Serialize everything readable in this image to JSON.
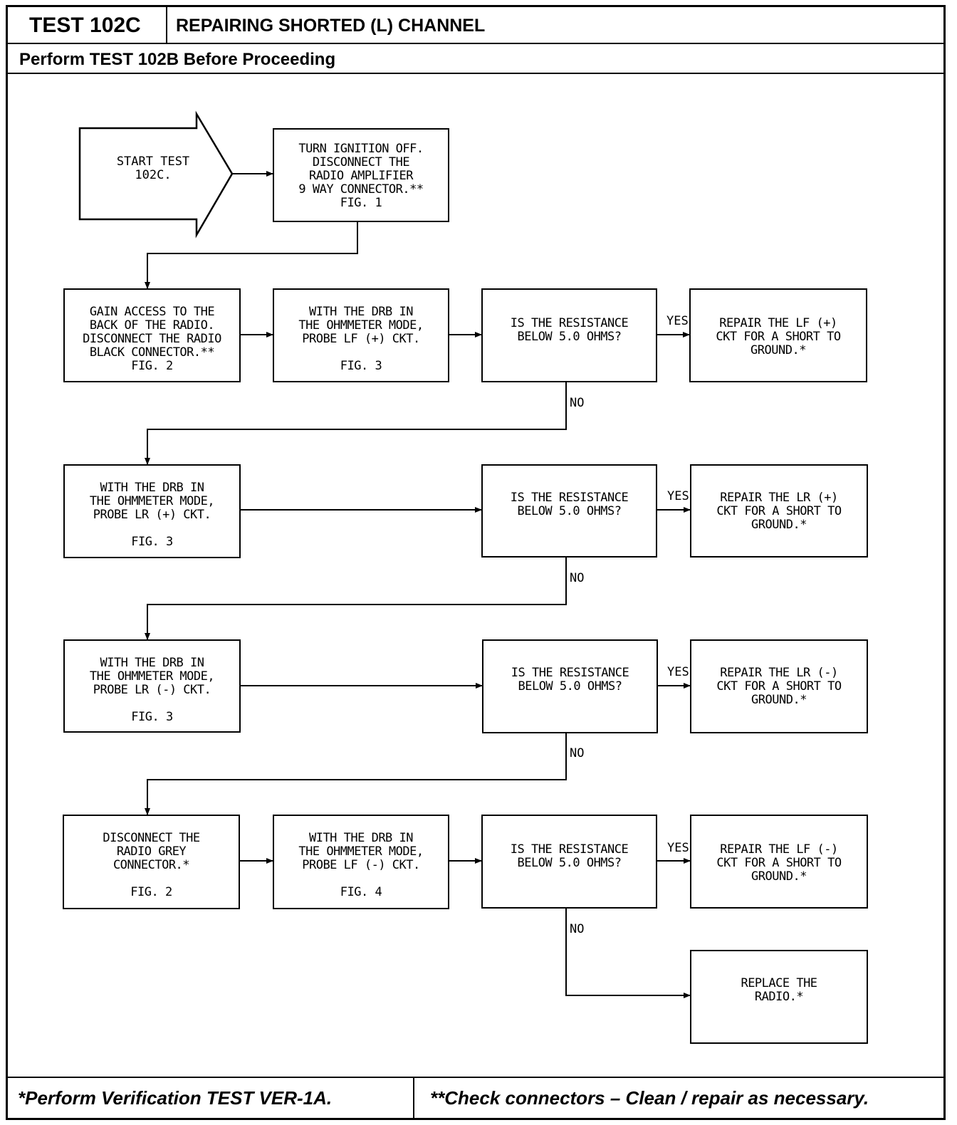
{
  "header": {
    "test_id": "TEST 102C",
    "title": "REPAIRING SHORTED (L) CHANNEL",
    "subtitle": "Perform TEST 102B Before Proceeding"
  },
  "footer": {
    "left_note": "*Perform Verification TEST VER-1A.",
    "right_note": "**Check connectors – Clean / repair as necessary."
  },
  "flow": {
    "start": "START TEST\n102C.",
    "step_ignition": "TURN IGNITION OFF.\nDISCONNECT THE\nRADIO AMPLIFIER\n9 WAY CONNECTOR.**\nFIG. 1",
    "step_access": "GAIN ACCESS TO THE\nBACK OF THE RADIO.\nDISCONNECT THE RADIO\nBLACK CONNECTOR.**\nFIG. 2",
    "step_probe_lf_plus": "WITH THE DRB IN\nTHE OHMMETER MODE,\nPROBE LF (+) CKT.\n\nFIG. 3",
    "q1": "IS THE RESISTANCE\nBELOW 5.0 OHMS?",
    "repair_lf_plus": "REPAIR THE LF (+)\nCKT FOR A SHORT TO\nGROUND.*",
    "step_probe_lr_plus": "WITH THE DRB IN\nTHE OHMMETER MODE,\nPROBE LR (+) CKT.\n\nFIG. 3",
    "q2": "IS THE RESISTANCE\nBELOW 5.0 OHMS?",
    "repair_lr_plus": "REPAIR THE LR (+)\nCKT FOR A SHORT TO\nGROUND.*",
    "step_probe_lr_minus": "WITH THE DRB IN\nTHE OHMMETER MODE,\nPROBE LR (-) CKT.\n\nFIG. 3",
    "q3": "IS THE RESISTANCE\nBELOW 5.0 OHMS?",
    "repair_lr_minus": "REPAIR THE LR (-)\nCKT FOR A SHORT TO\nGROUND.*",
    "step_grey": "DISCONNECT THE\nRADIO GREY\nCONNECTOR.*\n\nFIG. 2",
    "step_probe_lf_minus": "WITH THE DRB IN\nTHE OHMMETER MODE,\nPROBE LF (-) CKT.\n\nFIG. 4",
    "q4": "IS THE RESISTANCE\nBELOW 5.0 OHMS?",
    "repair_lf_minus": "REPAIR THE LF (-)\nCKT FOR A SHORT TO\nGROUND.*",
    "replace_radio": "REPLACE THE\nRADIO.*"
  },
  "labels": {
    "yes": "YES",
    "no": "NO"
  }
}
